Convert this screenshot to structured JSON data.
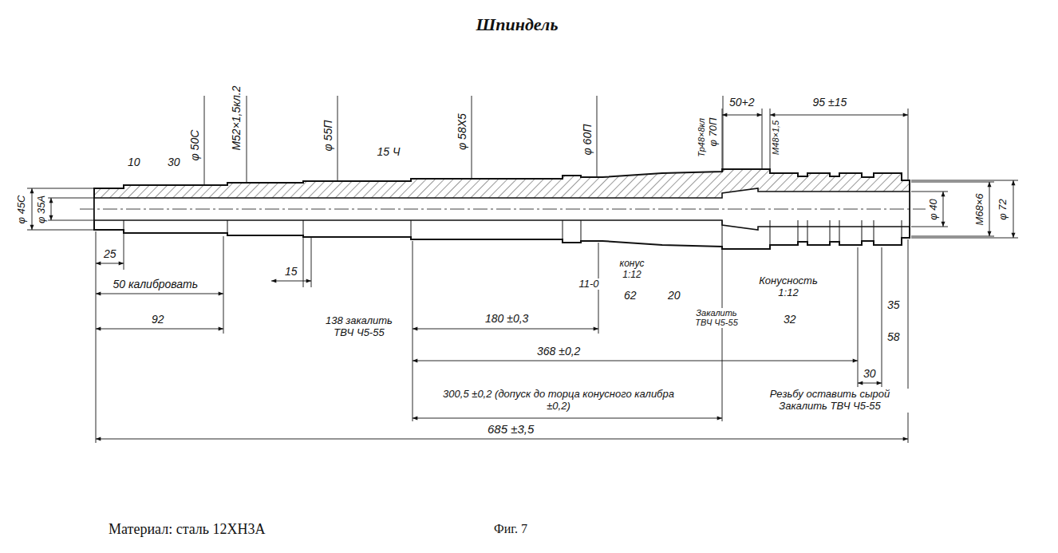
{
  "diagram": {
    "title": "Шпиндель",
    "caption": "Фиг. 7",
    "labels": [
      "10",
      "30",
      "φ 50С",
      "М52×1,5кл.2",
      "φ 55П",
      "15 Ч",
      "φ 58Х5",
      "φ 60П",
      "φ 70П",
      "Тр48×8кл",
      "50+2",
      "95 ±15",
      "М48×1,5",
      "φ 45С",
      "φ 35А",
      "φ 40",
      "М68×6",
      "φ 72",
      "25",
      "15",
      "50 калибровать",
      "92",
      "138 закалить ТВЧ Ч5-55",
      "180 ±0,3",
      "11-0",
      "конус 1:12",
      "62",
      "20",
      "Закалить ТВЧ Ч5-55",
      "Конусность 1:12",
      "32",
      "35",
      "58",
      "368 ±0,2",
      "30",
      "300,5 ±0,2 (допуск до торца конусного калибра ±0,2)",
      "Резьбу оставить сырой Закалить ТВЧ Ч5-55",
      "685 ±3,5",
      "Материал: сталь 12ХН3А"
    ]
  }
}
